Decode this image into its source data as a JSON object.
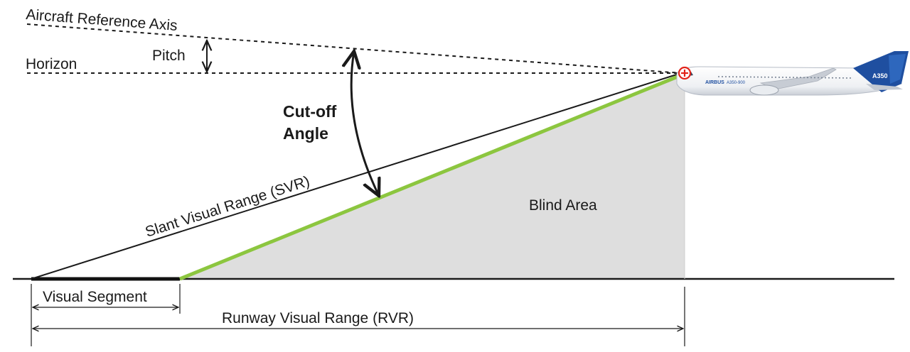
{
  "labels": {
    "reference_axis": "Aircraft Reference Axis",
    "horizon": "Horizon",
    "pitch": "Pitch",
    "cutoff_line1": "Cut-off",
    "cutoff_line2": "Angle",
    "svr": "Slant Visual Range (SVR)",
    "blind_area": "Blind Area",
    "visual_segment": "Visual Segment",
    "rvr": "Runway Visual Range (RVR)"
  },
  "aircraft": {
    "brand": "AIRBUS",
    "model": "A350-900",
    "tail": "A350",
    "livery_color": "#1f4fa0"
  },
  "colors": {
    "cutoff_line": "#8cc63f",
    "blind_area": "#dedede",
    "lines": "#1a1a1a",
    "eye_marker": "#e2231a"
  }
}
